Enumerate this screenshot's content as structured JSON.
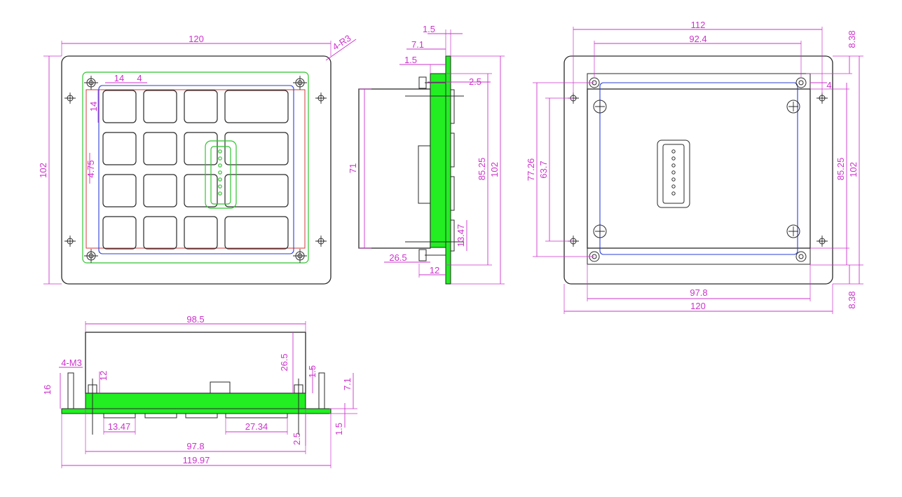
{
  "colors": {
    "dimension": "#cc33cc",
    "pcb": "#22ee22",
    "outline": "#2a2a2a",
    "keypad_outline": "#d23a3a",
    "bezel_inner": "#2b3fd6",
    "connector_outline": "#2fc42f"
  },
  "front_view": {
    "dims": {
      "width": "120",
      "corner_radius": "4-R3",
      "height": "102",
      "key_width": "14",
      "key_gap": "4",
      "key_height": "14",
      "key_row_gap": "4.75"
    }
  },
  "side_view": {
    "dims": {
      "top_1": "1.5",
      "top_2": "7.1",
      "top_3": "1.5",
      "screw": "2.5",
      "body_height": "71",
      "pcb_height": "85.25",
      "total_height": "102",
      "key_height": "13.47",
      "depth": "26.5",
      "standoff": "12"
    }
  },
  "rear_view": {
    "dims": {
      "hole_span_outer": "112",
      "hole_span_inner": "92.4",
      "top_margin": "8.38",
      "offset": "4",
      "inner_height_1": "77.26",
      "inner_height_2": "63.7",
      "pcb_height": "85.25",
      "total_height": "102",
      "pcb_width": "97.8",
      "total_width": "120",
      "bottom_margin": "8.38"
    }
  },
  "bottom_view": {
    "dims": {
      "body_width": "98.5",
      "thread": "4-M3",
      "screw_len": "12",
      "depth": "26.5",
      "top_thk": "1.5",
      "side_7_1": "7.1",
      "stud": "16",
      "key_w": "13.47",
      "key_w_wide": "27.34",
      "screw_dia": "2.5",
      "plate_thk": "1.5",
      "pcb_width": "97.8",
      "total_width": "119.97"
    }
  }
}
